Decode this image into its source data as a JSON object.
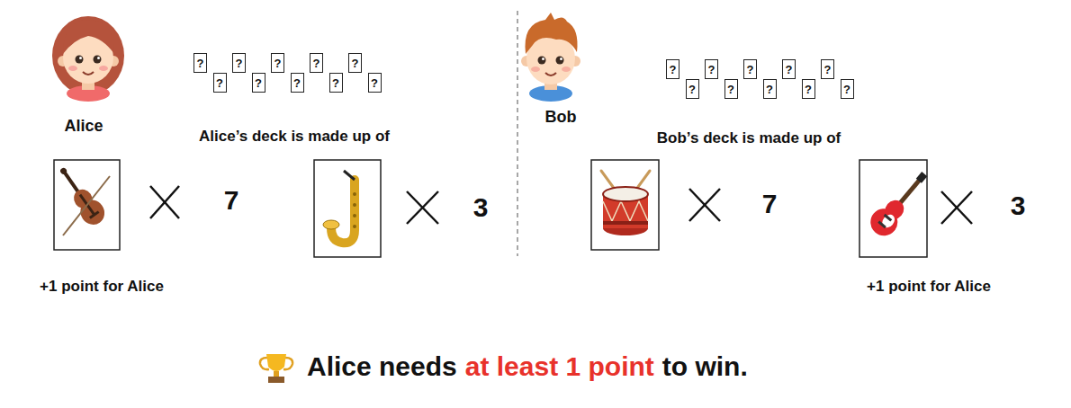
{
  "diagram": {
    "nodes": [
      {
        "text": [
          "?"
        ]
      },
      {
        "text": [
          "?"
        ]
      },
      {
        "text": [
          "?"
        ]
      },
      {
        "text": [
          "?"
        ]
      },
      {
        "text": [
          "?"
        ]
      },
      {
        "text": [
          "?"
        ]
      },
      {
        "text": [
          "?"
        ]
      },
      {
        "text": [
          "?"
        ]
      },
      {
        "text": [
          "?"
        ]
      },
      {
        "text": [
          "?"
        ]
      },
      {
        "text": [
          "?"
        ]
      },
      {
        "text": [
          "?"
        ]
      },
      {
        "text": [
          "?"
        ]
      },
      {
        "text": [
          "?"
        ]
      },
      {
        "text": [
          "?"
        ]
      },
      {
        "text": [
          "?"
        ]
      },
      {
        "text": [
          "?"
        ]
      },
      {
        "text": [
          "?"
        ]
      },
      {
        "text": [
          "?"
        ]
      },
      {
        "text": [
          "?"
        ]
      }
    ],
    "labels": [
      "Alice",
      "Alice’s deck is made up of",
      "7",
      "3",
      "+1 point for Alice",
      "Bob",
      "Bob’s deck is made up of",
      "7",
      "3",
      "+1 point for Alice",
      "Alice needs",
      "at least 1 point",
      "to win."
    ]
  }
}
